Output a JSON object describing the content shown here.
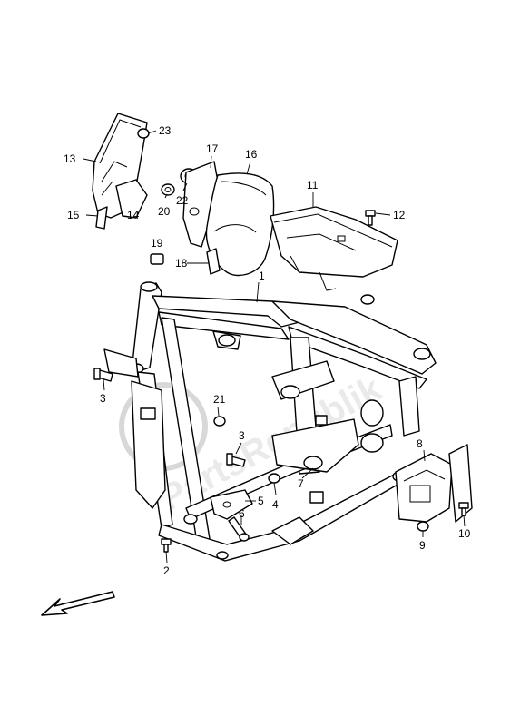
{
  "watermark": {
    "text": "PartsRepublik"
  },
  "callouts": {
    "c1": "1",
    "c2": "2",
    "c3a": "3",
    "c3b": "3",
    "c4": "4",
    "c5": "5",
    "c6": "6",
    "c7": "7",
    "c8": "8",
    "c9": "9",
    "c10": "10",
    "c11": "11",
    "c12": "12",
    "c13": "13",
    "c14": "14",
    "c15": "15",
    "c16": "16",
    "c17": "17",
    "c18": "18",
    "c19": "19",
    "c20": "20",
    "c21": "21",
    "c22": "22",
    "c23": "23"
  },
  "icons": {
    "direction_arrow": "front-direction-arrow-icon"
  }
}
